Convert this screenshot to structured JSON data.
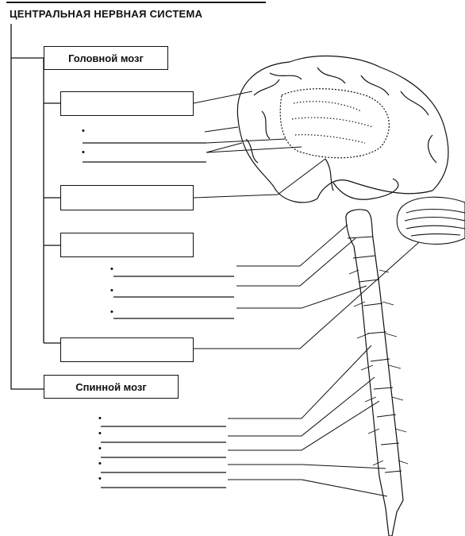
{
  "header": {
    "title": "ЦЕНТРАЛЬНАЯ НЕРВНАЯ СИСТЕМА"
  },
  "boxes": {
    "brain_label": "Головной мозг",
    "spinal_label": "Спинной мозг",
    "blank_1": "",
    "blank_2": "",
    "blank_3": "",
    "blank_4": ""
  },
  "bullets": [
    "•",
    "•",
    "•",
    "•",
    "•",
    "•",
    "•",
    "•",
    "•",
    "•"
  ]
}
